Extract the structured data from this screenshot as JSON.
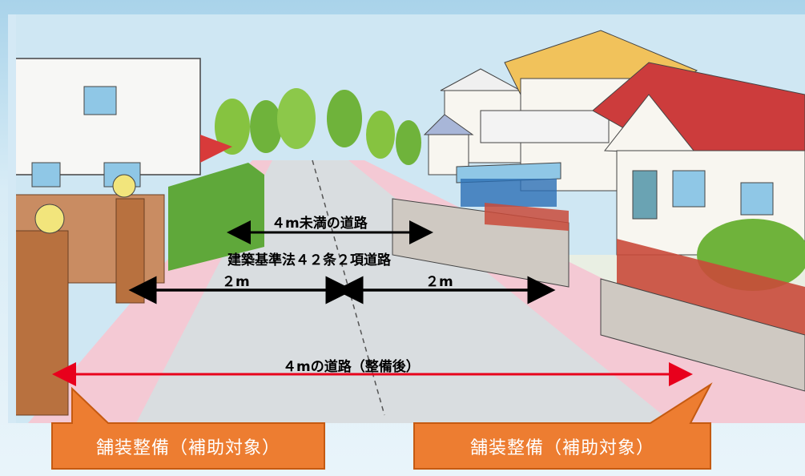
{
  "labels": {
    "under_4m": "４m未満の道路",
    "art42": "建築基準法４２条２項道路",
    "left_2m": "２m",
    "right_2m": "２m",
    "road_4m": "４mの道路（整備後）"
  },
  "callouts": {
    "left": "舗装整備（補助対象）",
    "right": "舗装整備（補助対象）"
  }
}
